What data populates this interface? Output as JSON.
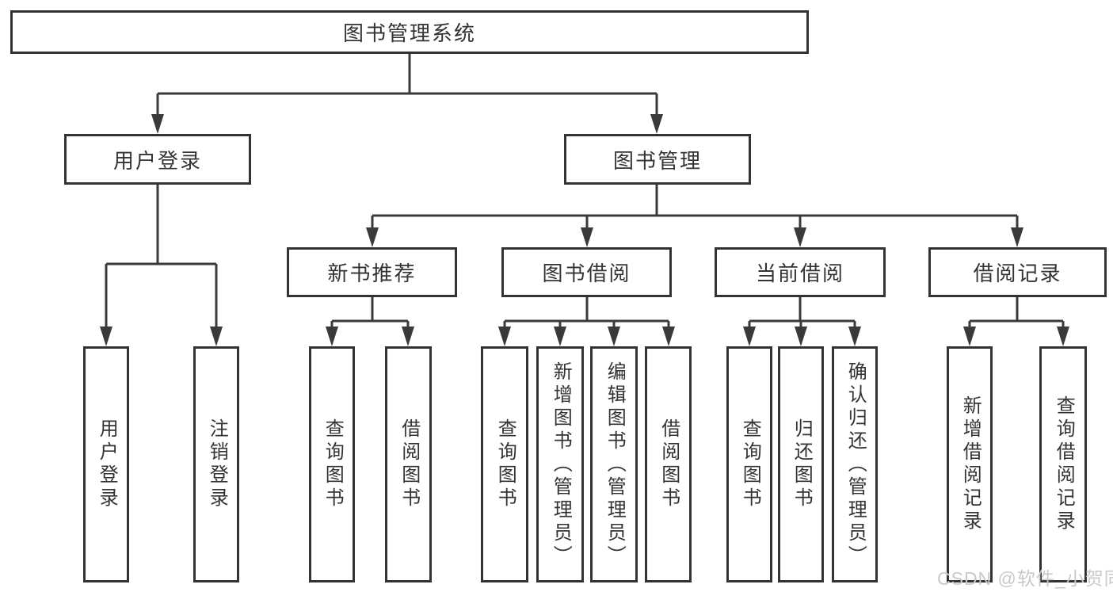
{
  "diagram": {
    "nodes": {
      "root": {
        "label": "图书管理系统"
      },
      "user_login": {
        "label": "用户登录"
      },
      "book_mgmt": {
        "label": "图书管理"
      },
      "new_book_rec": {
        "label": "新书推荐"
      },
      "book_borrow": {
        "label": "图书借阅"
      },
      "current_borrow": {
        "label": "当前借阅"
      },
      "borrow_records": {
        "label": "借阅记录"
      },
      "ul_user_login": {
        "label": "用户登录"
      },
      "ul_logout": {
        "label": "注销登录"
      },
      "nb_query_books": {
        "label": "查询图书"
      },
      "nb_borrow_books": {
        "label": "借阅图书"
      },
      "bb_query_books": {
        "label": "查询图书"
      },
      "bb_add_books": {
        "label": "新增图书（管理员）"
      },
      "bb_edit_books": {
        "label": "编辑图书（管理员）"
      },
      "bb_borrow_books": {
        "label": "借阅图书"
      },
      "cb_query_books": {
        "label": "查询图书"
      },
      "cb_return_books": {
        "label": "归还图书"
      },
      "cb_confirm_return": {
        "label": "确认归还（管理员）"
      },
      "br_add_record": {
        "label": "新增借阅记录"
      },
      "br_query_record": {
        "label": "查询借阅记录"
      }
    }
  },
  "watermark": {
    "text": "CSDN @软件_小贺同学"
  },
  "colors": {
    "line_color": "#3a3a3a",
    "border_color": "#333333",
    "text_color": "#333333",
    "watermark_color": "#c9c9c9",
    "bg_color": "#ffffff"
  }
}
